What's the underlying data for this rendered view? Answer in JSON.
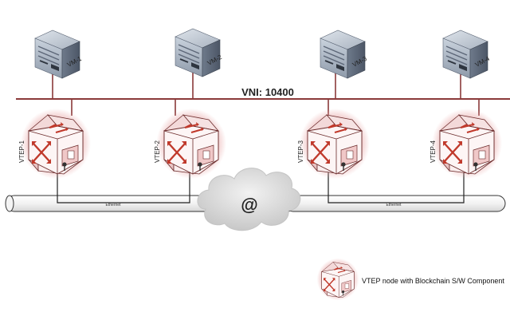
{
  "vni_label": "VNI: 10400",
  "vms": [
    {
      "label": "VM-1"
    },
    {
      "label": "VM-2"
    },
    {
      "label": "VM-3"
    },
    {
      "label": "VM-4"
    }
  ],
  "vteps": [
    {
      "label": "VTEP-1"
    },
    {
      "label": "VTEP-2"
    },
    {
      "label": "VTEP-3"
    },
    {
      "label": "VTEP-4"
    }
  ],
  "ethernet_segments": [
    {
      "label": "Ethernet"
    },
    {
      "label": "Ethernet"
    }
  ],
  "cloud_label": "@",
  "legend": {
    "label": "VTEP node with Blockchain S/W Component"
  },
  "colors": {
    "bus": "#8b3a3a",
    "router_glow": "#e8a6a6",
    "router_arrow": "#c0392b",
    "server_body": "#8a96a8",
    "cloud": "#d4d4d4"
  }
}
